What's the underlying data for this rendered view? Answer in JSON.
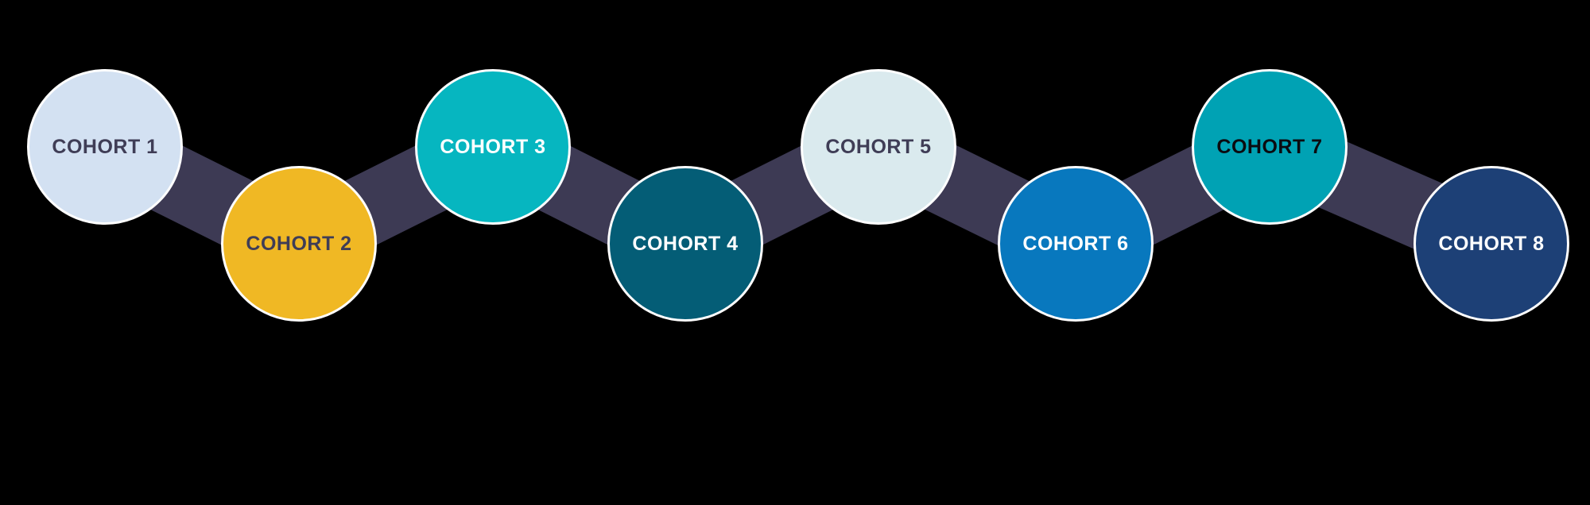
{
  "diagram": {
    "type": "zigzag-cohort-timeline",
    "background_color": "#000000",
    "connector_color": "#3d3a54",
    "circle_border_color": "#ffffff"
  },
  "cohorts": [
    {
      "label": "COHORT 1",
      "fill": "#d3e1f2",
      "text_color": "#3f3d56",
      "position": "upper"
    },
    {
      "label": "COHORT 2",
      "fill": "#f0b824",
      "text_color": "#3f3d56",
      "position": "lower"
    },
    {
      "label": "COHORT 3",
      "fill": "#06b6c0",
      "text_color": "#ffffff",
      "position": "upper"
    },
    {
      "label": "COHORT 4",
      "fill": "#045d76",
      "text_color": "#ffffff",
      "position": "lower"
    },
    {
      "label": "COHORT 5",
      "fill": "#daeaee",
      "text_color": "#3f3d56",
      "position": "upper"
    },
    {
      "label": "COHORT 6",
      "fill": "#0878be",
      "text_color": "#ffffff",
      "position": "lower"
    },
    {
      "label": "COHORT 7",
      "fill": "#00a2b4",
      "text_color": "#0b0b10",
      "position": "upper"
    },
    {
      "label": "COHORT 8",
      "fill": "#1d4076",
      "text_color": "#ffffff",
      "position": "lower"
    }
  ]
}
